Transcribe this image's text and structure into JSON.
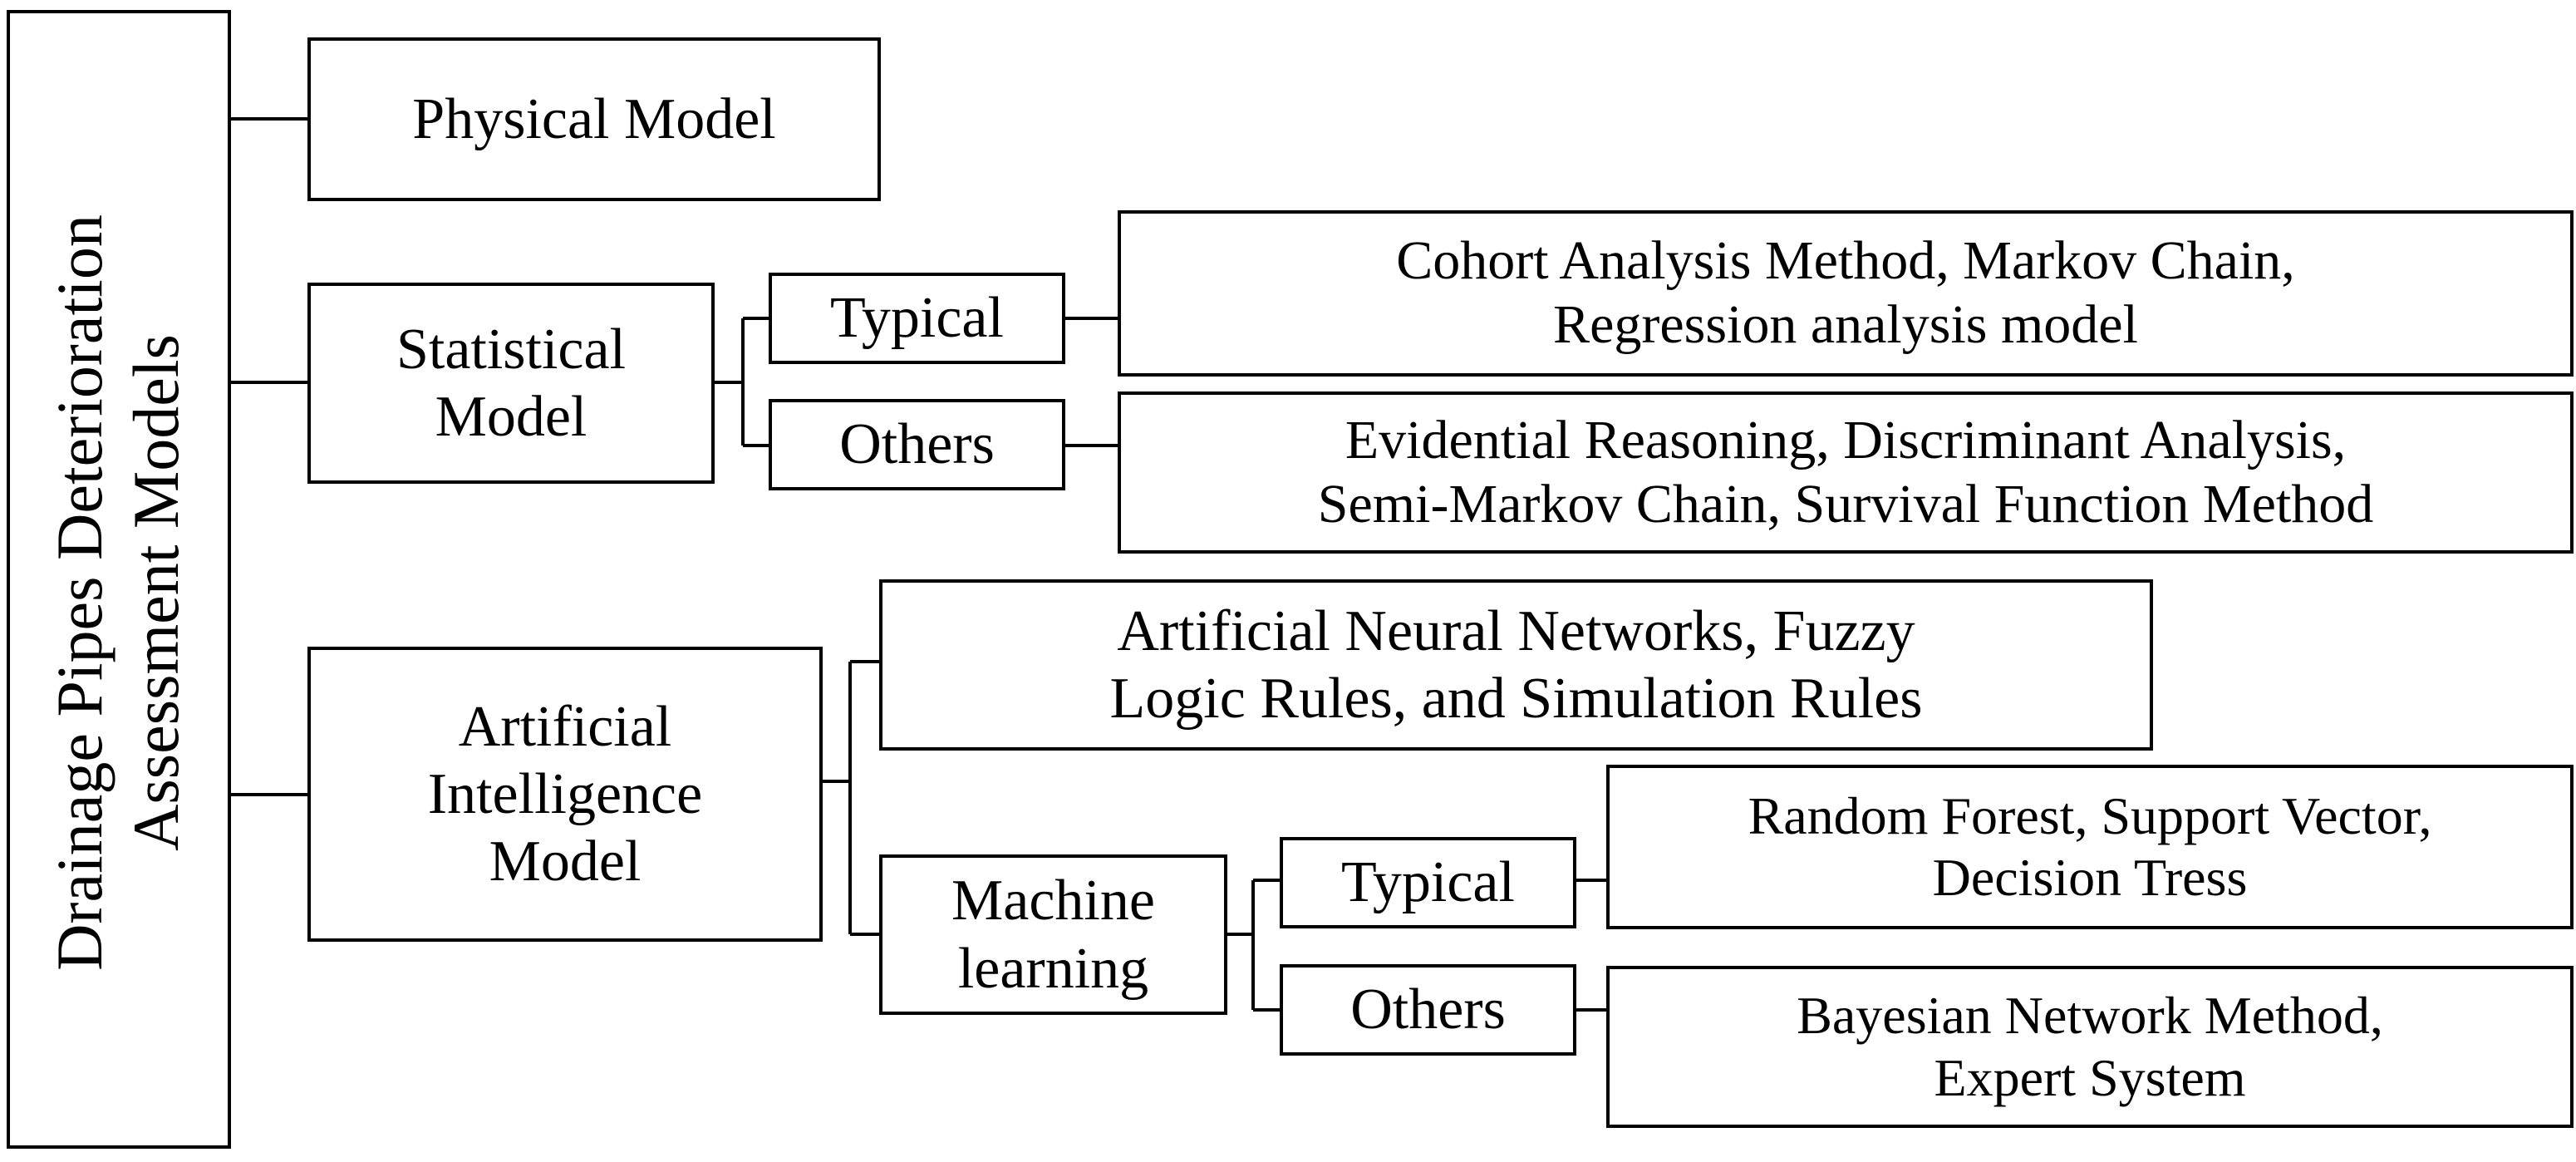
{
  "diagram": {
    "root": {
      "lines": [
        "Drainage Pipes Deterioration",
        "Assessment Models"
      ]
    },
    "physical": {
      "lines": [
        "Physical Model"
      ]
    },
    "statistical": {
      "lines": [
        "Statistical",
        "Model"
      ],
      "typical": {
        "label": "Typical",
        "detail": [
          "Cohort Analysis Method, Markov Chain,",
          "Regression analysis model"
        ]
      },
      "others": {
        "label": "Others",
        "detail": [
          "Evidential Reasoning, Discriminant Analysis,",
          "Semi-Markov Chain, Survival Function Method"
        ]
      }
    },
    "ai": {
      "lines": [
        "Artificial",
        "Intelligence",
        "Model"
      ],
      "detail": [
        "Artificial Neural Networks, Fuzzy",
        "Logic Rules, and Simulation Rules"
      ],
      "ml": {
        "lines": [
          "Machine",
          "learning"
        ],
        "typical": {
          "label": "Typical",
          "detail": [
            "Random Forest, Support Vector,",
            "Decision Tress"
          ]
        },
        "others": {
          "label": "Others",
          "detail": [
            "Bayesian Network Method,",
            "Expert System"
          ]
        }
      }
    }
  }
}
